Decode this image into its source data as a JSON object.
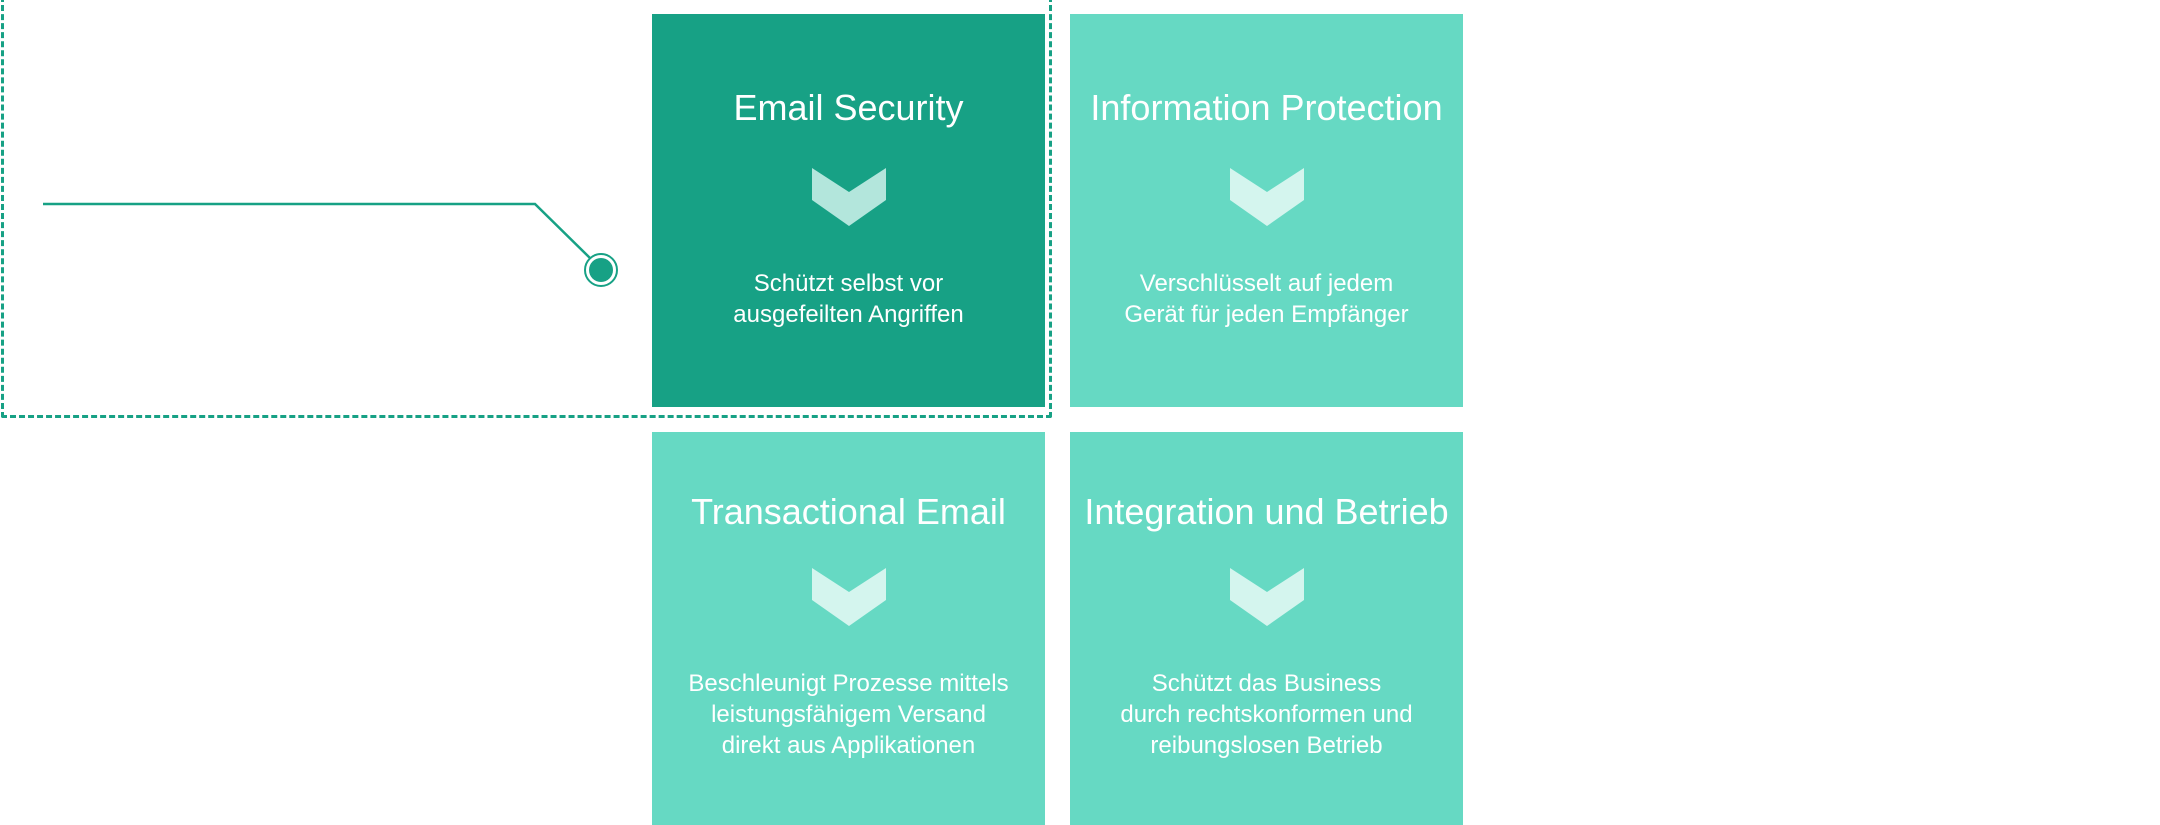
{
  "colors": {
    "accent_dark": "#17a185",
    "accent_light": "#66d9c3",
    "chevron_active": "#b3e6dc",
    "chevron_inactive": "#d4f5ee",
    "text": "#ffffff"
  },
  "tiles": [
    {
      "title": "Email Security",
      "icon": "chevron-down-icon",
      "description_lines": [
        "Schützt selbst vor",
        "ausgefeilten Angriffen"
      ],
      "selected": true
    },
    {
      "title": "Information Protection",
      "icon": "chevron-down-icon",
      "description_lines": [
        "Verschlüsselt auf jedem",
        "Gerät für jeden Empfänger"
      ],
      "selected": false
    },
    {
      "title": "Transactional Email",
      "icon": "chevron-down-icon",
      "description_lines": [
        "Beschleunigt Prozesse mittels",
        "leistungsfähigem Versand",
        "direkt aus Applikationen"
      ],
      "selected": false
    },
    {
      "title": "Integration und Betrieb",
      "icon": "chevron-down-icon",
      "description_lines": [
        "Schützt das Business",
        "durch rechtskonformen und",
        "reibungslosen Betrieb"
      ],
      "selected": false
    }
  ]
}
